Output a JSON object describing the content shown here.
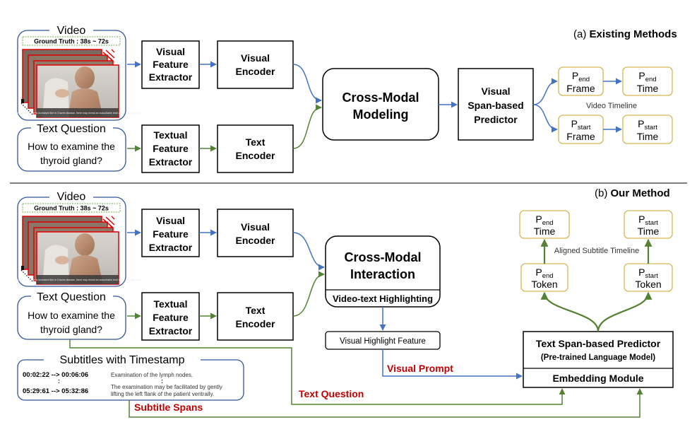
{
  "section_a": {
    "label_prefix": "(a)",
    "label": "Existing Methods",
    "video": {
      "title": "Video",
      "ground_truth": "Ground Truth : 38s ~ 72s",
      "caption": "If thyroid perfusion is increased like in Graves disease, there may reveal an auscultable bruit and a palpable thrill."
    },
    "text_question": {
      "title": "Text Question",
      "line1": "How to examine the",
      "line2": "thyroid gland?"
    },
    "visual_feature_extractor": [
      "Visual",
      "Feature",
      "Extractor"
    ],
    "textual_feature_extractor": [
      "Textual",
      "Feature",
      "Extractor"
    ],
    "visual_encoder": [
      "Visual",
      "Encoder"
    ],
    "text_encoder": [
      "Text",
      "Encoder"
    ],
    "cross_modal": [
      "Cross-Modal",
      "Modeling"
    ],
    "predictor": [
      "Visual",
      "Span-based",
      "Predictor"
    ],
    "p_end_frame": {
      "p": "P",
      "sub": "end",
      "word": "Frame"
    },
    "p_end_time": {
      "p": "P",
      "sub": "end",
      "word": "Time"
    },
    "p_start_frame": {
      "p": "P",
      "sub": "start",
      "word": "Frame"
    },
    "p_start_time": {
      "p": "P",
      "sub": "start",
      "word": "Time"
    },
    "video_timeline": "Video Timeline"
  },
  "section_b": {
    "label_prefix": "(b)",
    "label": "Our Method",
    "video": {
      "title": "Video",
      "ground_truth": "Ground Truth : 38s ~ 72s",
      "caption": "If thyroid perfusion is increased like in Graves disease, there may reveal an auscultable bruit and a palpable thrill."
    },
    "text_question": {
      "title": "Text Question",
      "line1": "How to examine the",
      "line2": "thyroid gland?"
    },
    "visual_feature_extractor": [
      "Visual",
      "Feature",
      "Extractor"
    ],
    "textual_feature_extractor": [
      "Textual",
      "Feature",
      "Extractor"
    ],
    "visual_encoder": [
      "Visual",
      "Encoder"
    ],
    "text_encoder": [
      "Text",
      "Encoder"
    ],
    "cross_modal": [
      "Cross-Modal",
      "Interaction"
    ],
    "highlighting": "Video-text Highlighting",
    "visual_highlight_feature": "Visual Highlight Feature",
    "visual_prompt": "Visual Prompt",
    "text_question_label": "Text Question",
    "subtitle_spans_label": "Subtitle Spans",
    "subtitles": {
      "title": "Subtitles with Timestamp",
      "row1_time": "00:02:22 --> 00:06:06",
      "row1_text": "Examination of the lymph nodes.",
      "row2_time": "05:29:61 --> 05:32:86",
      "row2_text_line1": "The examination may be facilitated by gently",
      "row2_text_line2": "lifting the left flank of the patient ventrally.",
      "ellipsis": ":"
    },
    "predictor_title": "Text Span-based Predictor",
    "predictor_subtitle": "(Pre-trained Language Model)",
    "embedding_module": "Embedding Module",
    "p_end_token": {
      "p": "P",
      "sub": "end",
      "word": "Token"
    },
    "p_start_token": {
      "p": "P",
      "sub": "start",
      "word": "Token"
    },
    "p_end_time": {
      "p": "P",
      "sub": "end",
      "word": "Time"
    },
    "p_start_time": {
      "p": "P",
      "sub": "start",
      "word": "Time"
    },
    "aligned_timeline": "Aligned Subtitle Timeline"
  },
  "colors": {
    "blue_arrow": "#4472c4",
    "green_arrow": "#548235",
    "red_label": "#c00000",
    "video_border": "#2f5597",
    "output_border": "#d6b656"
  }
}
